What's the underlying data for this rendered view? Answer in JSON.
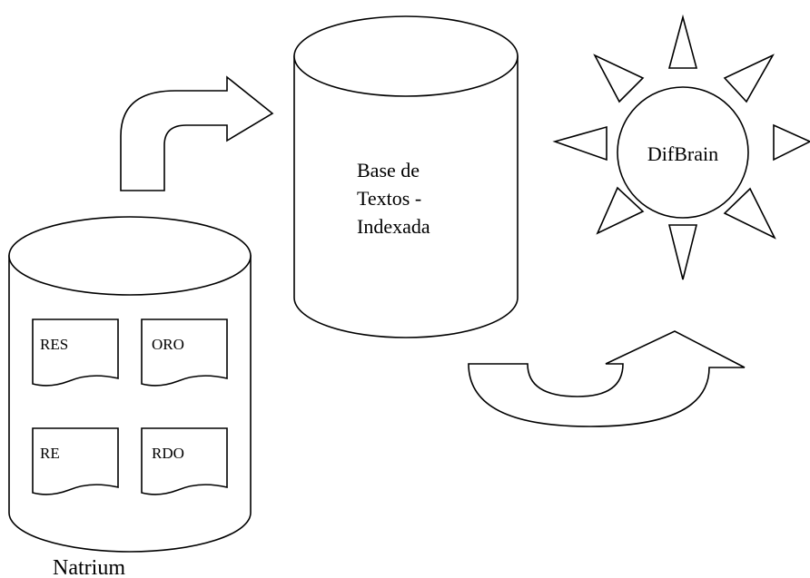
{
  "nodes": {
    "natrium": {
      "label": "Natrium"
    },
    "base": {
      "lines": [
        "Base de",
        "Textos -",
        "Indexada"
      ]
    },
    "difbrain": {
      "label": "DifBrain"
    }
  },
  "documents": [
    "RES",
    "ORO",
    "RE",
    "RDO"
  ],
  "colors": {
    "stroke": "#000000",
    "fill": "#ffffff"
  }
}
